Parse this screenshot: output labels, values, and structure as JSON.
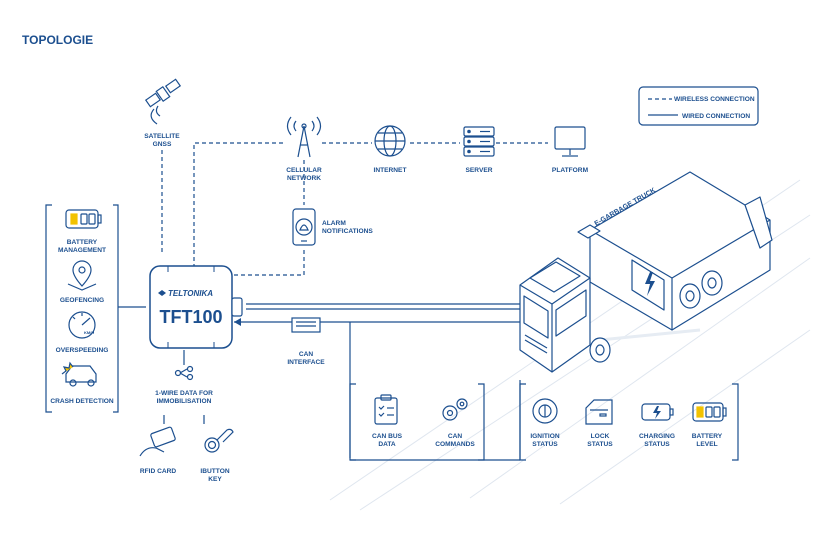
{
  "title": "TOPOLOGIE",
  "legend": {
    "wireless": "WIRELESS CONNECTION",
    "wired": "WIRED CONNECTION"
  },
  "device": {
    "brand": "TELTONIKA",
    "model": "TFT100"
  },
  "top_nodes": {
    "satellite": [
      "SATELLITE",
      "GNSS"
    ],
    "cellular": [
      "CELLULAR",
      "NETWORK"
    ],
    "internet": "INTERNET",
    "server": "SERVER",
    "platform": "PLATFORM",
    "alarm": [
      "ALARM",
      "NOTIFICATIONS"
    ]
  },
  "left_features": {
    "battery": [
      "BATTERY",
      "MANAGEMENT"
    ],
    "geofencing": "GEOFENCING",
    "overspeeding": "OVERSPEEDING",
    "speed_unit": "KM/H",
    "crash": "CRASH DETECTION"
  },
  "bottom_left": {
    "onewire": [
      "1-WIRE DATA FOR",
      "IMMOBILISATION"
    ],
    "rfid": "RFID CARD",
    "ibutton": [
      "IBUTTON",
      "KEY"
    ]
  },
  "can": {
    "interface": [
      "CAN",
      "INTERFACE"
    ],
    "bus_data": [
      "CAN BUS",
      "DATA"
    ],
    "commands": [
      "CAN",
      "COMMANDS"
    ]
  },
  "vehicle_status": {
    "ignition": [
      "IGNITION",
      "STATUS"
    ],
    "lock": [
      "LOCK",
      "STATUS"
    ],
    "charging": [
      "CHARGING",
      "STATUS"
    ],
    "battery_level": [
      "BATTERY",
      "LEVEL"
    ]
  },
  "truck_label": "E-GARBAGE TRUCK",
  "colors": {
    "primary": "#1c4f8f",
    "road": "#dfe6ef"
  }
}
